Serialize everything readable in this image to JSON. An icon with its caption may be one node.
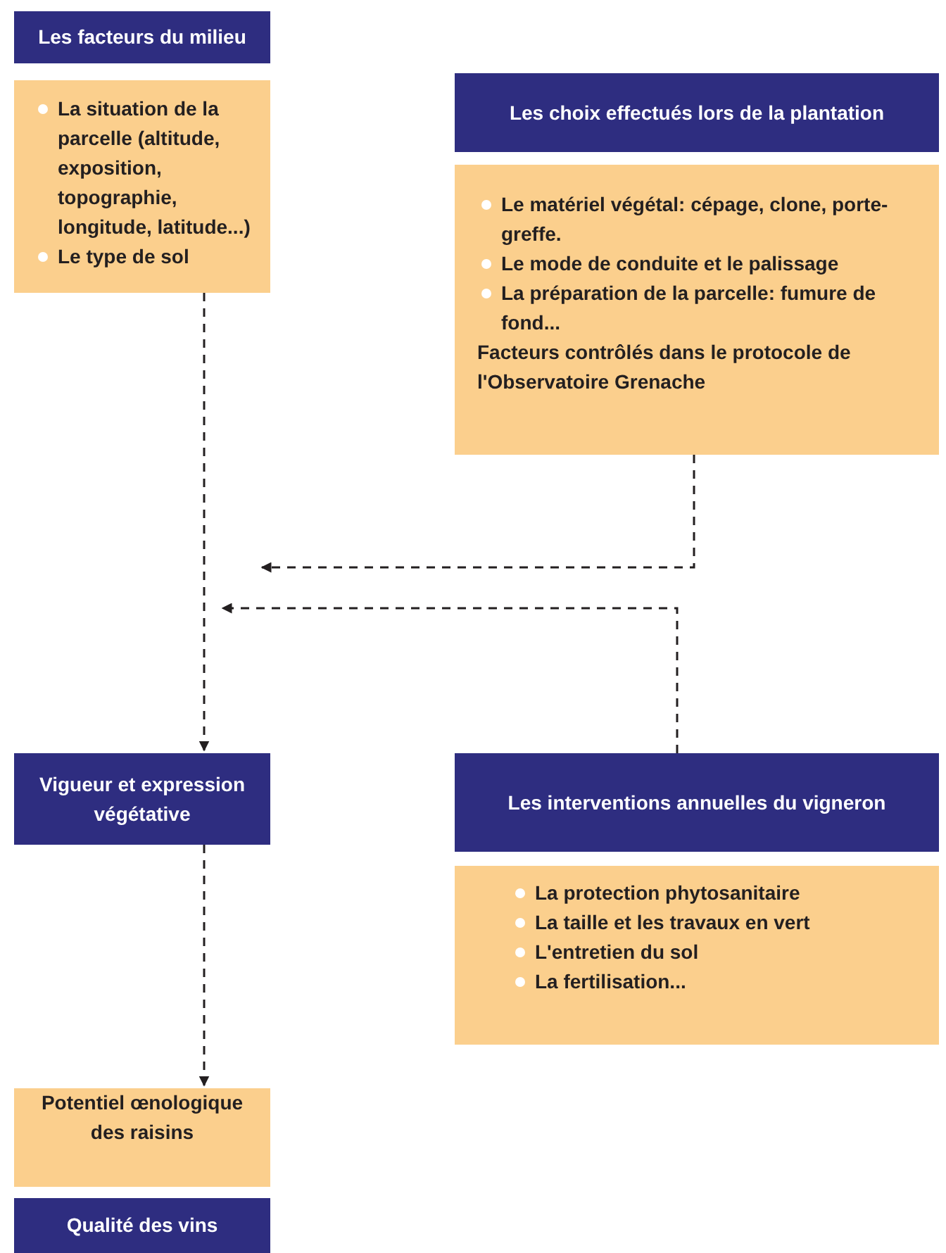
{
  "diagram": {
    "nodes": [
      {
        "text": [
          "Les facteurs du milieu"
        ]
      },
      {
        "text": [
          "La situation de la parcelle (altitude, exposition, topographie, longitude, latitude...)",
          "Le type de sol"
        ]
      },
      {
        "text": [
          "Les choix effectués lors de la plantation"
        ]
      },
      {
        "text": [
          "Le matériel végétal: cépage, clone, porte-greffe.",
          "Le mode de conduite et le palissage",
          "La préparation de la parcelle: fumure de fond...",
          "Facteurs contrôlés dans le protocole de l'Observatoire Grenache"
        ]
      },
      {
        "text": [
          "Vigueur et expression végétative"
        ]
      },
      {
        "text": [
          "Les interventions annuelles du vigneron"
        ]
      },
      {
        "text": [
          "La protection phytosanitaire",
          "La taille et les travaux en vert",
          "L'entretien du sol",
          "La fertilisation..."
        ]
      },
      {
        "text": [
          "Potentiel œnologique des raisins"
        ]
      },
      {
        "text": [
          "Qualité des vins"
        ]
      }
    ],
    "edges": [
      {
        "from": 1,
        "to": 4,
        "arrow": "to",
        "style": "dashed"
      },
      {
        "from": 3,
        "to": null,
        "arrow": "to",
        "style": "dashed"
      },
      {
        "from": 5,
        "to": null,
        "arrow": "to",
        "style": "dashed"
      },
      {
        "from": 4,
        "to": 7,
        "arrow": "to",
        "style": "dashed"
      }
    ]
  }
}
